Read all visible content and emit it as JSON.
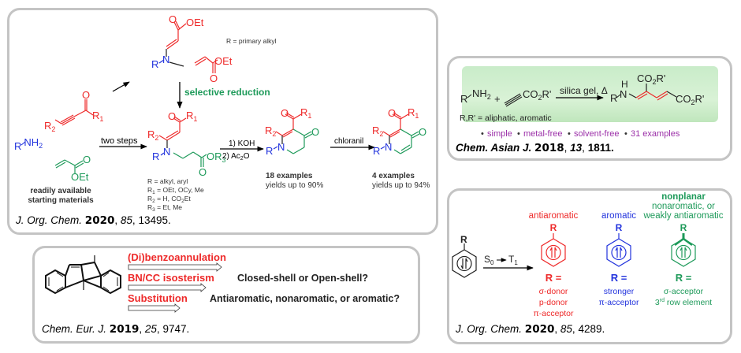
{
  "colors": {
    "red": "#ee2a2a",
    "blue": "#2233dd",
    "green": "#1e9a5a",
    "purple": "#9b2fa8",
    "gray_border": "#c4c4c4"
  },
  "panel1": {
    "top_compound": {
      "ester_top": "OEt",
      "ester_right": "OEt",
      "r": "R",
      "n": "N",
      "o": "O",
      "note": "R = primary alkyl"
    },
    "selective_reduction": "selective reduction",
    "ynone": {
      "r1": "R",
      "r1_sub": "1",
      "r2": "R",
      "r2_sub": "2",
      "o": "O"
    },
    "amine": {
      "r": "R",
      "nh2": "NH",
      "sub": "2"
    },
    "acrylate": {
      "oet": "OEt",
      "o": "O"
    },
    "starting_label_1": "readily available",
    "starting_label_2": "starting materials",
    "arrow_two_steps": "two steps",
    "intermediate_defs": [
      "R = alkyl, aryl",
      "R1 = OEt, OCy, Me",
      "R2 = H, CO2Et",
      "R3 = Et, Me"
    ],
    "arrow_koh_1": "1) KOH",
    "arrow_koh_2": "2) Ac2O",
    "product1": {
      "examples": "18 examples",
      "yields": "yields up to 90%"
    },
    "arrow_chloranil": "chloranil",
    "product2": {
      "examples": "4 examples",
      "yields": "yields up to 94%"
    },
    "citation": {
      "journal": "J. Org. Chem.",
      "year": "2020",
      "volume": "85",
      "pages": "13495."
    }
  },
  "panel2": {
    "reagent_amine": "R",
    "nh2": "NH2",
    "plus": "+",
    "alkyne": "CO2R'",
    "arrow": "silica gel, Δ",
    "product_h": "H",
    "product_n": "N",
    "product_r": "R",
    "product_co2r_top": "CO2R'",
    "product_co2r_right": "CO2R'",
    "scope": "R,R' = aliphatic, aromatic",
    "features": [
      "simple",
      "metal-free",
      "solvent-free",
      "31 examples"
    ],
    "citation": {
      "journal": "Chem. Asian J.",
      "year": "2018",
      "volume": "13",
      "pages": "1811."
    }
  },
  "panel3": {
    "start_r": "R",
    "arrow": "S0 → T1",
    "antiaromatic": {
      "title": "antiaromatic",
      "r": "R",
      "req": "R =",
      "desc": [
        "σ-donor",
        "p-donor",
        "π-acceptor"
      ]
    },
    "aromatic": {
      "title": "aromatic",
      "r": "R",
      "req": "R =",
      "desc": [
        "stronger",
        "π-acceptor"
      ]
    },
    "nonplanar": {
      "title": "nonplanar",
      "sub1": "nonaromatic, or",
      "sub2": "weakly antiaromatic",
      "r": "R",
      "req": "R =",
      "desc": [
        "σ-acceptor",
        "3rd row element"
      ]
    },
    "citation": {
      "journal": "J. Org. Chem.",
      "year": "2020",
      "volume": "85",
      "pages": "4289."
    }
  },
  "panel4": {
    "strategies": [
      "(Di)benzoannulation",
      "BN/CC isosterism",
      "Substitution"
    ],
    "question1": "Closed-shell or Open-shell?",
    "question2": "Antiaromatic, nonaromatic, or aromatic?",
    "citation": {
      "journal": "Chem. Eur. J.",
      "year": "2019",
      "volume": "25",
      "pages": "9747."
    }
  }
}
